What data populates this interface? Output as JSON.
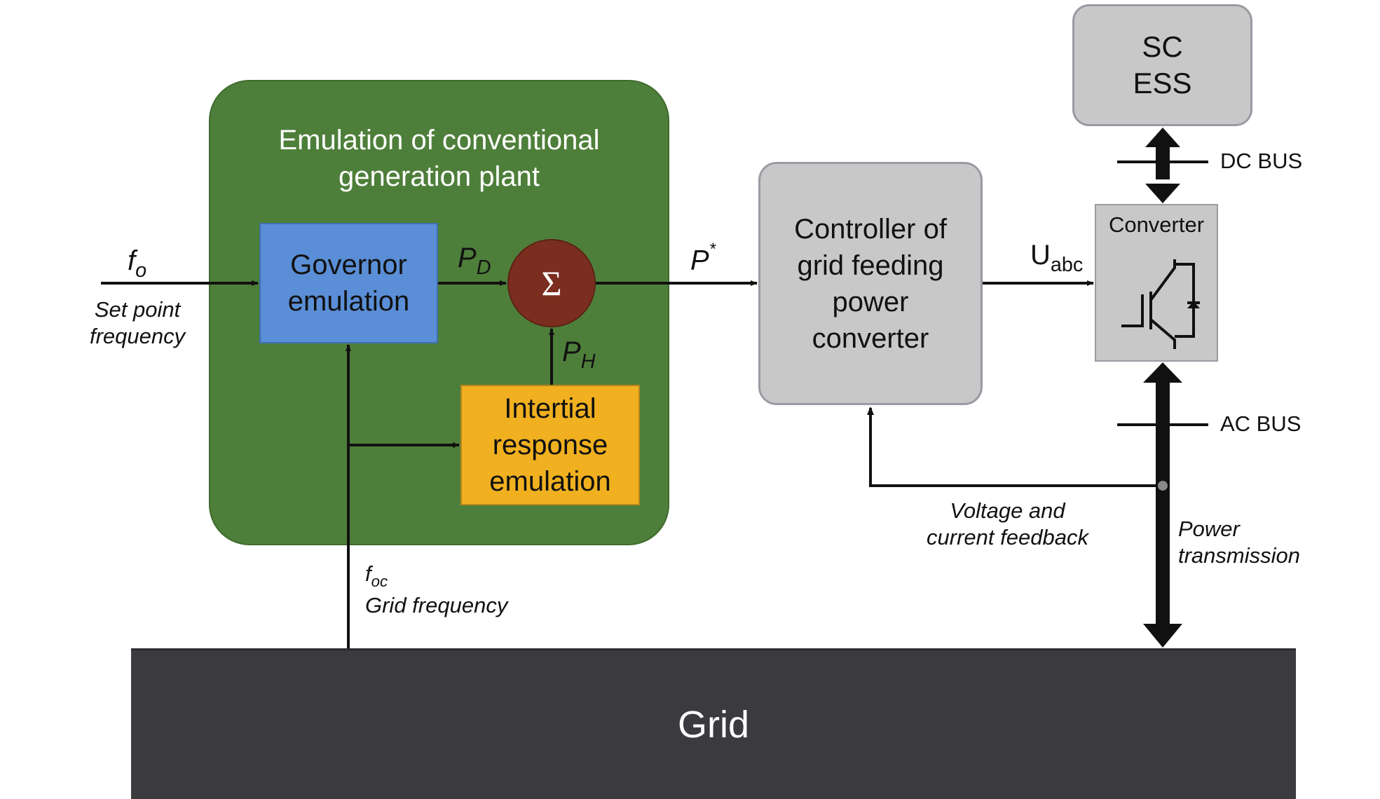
{
  "diagram": {
    "plant_block": {
      "title_line1": "Emulation of conventional",
      "title_line2": "generation plant",
      "color": "#4e7f3a"
    },
    "governor_block": {
      "line1": "Governor",
      "line2": "emulation",
      "color": "#5a8ed6"
    },
    "summation": {
      "symbol": "Σ",
      "color": "#7b2e1f"
    },
    "inertial_block": {
      "line1": "Intertial",
      "line2": "response",
      "line3": "emulation",
      "color": "#f0b020"
    },
    "controller_block": {
      "line1": "Controller of",
      "line2": "grid feeding",
      "line3": "power",
      "line4": "converter",
      "color": "#c8c8c8"
    },
    "storage_block": {
      "line1": "SC",
      "line2": "ESS",
      "color": "#c8c8c8"
    },
    "converter_block": {
      "title": "Converter",
      "icon": "igbt-icon",
      "color": "#c8c8c8"
    },
    "grid_block": {
      "label": "Grid",
      "color": "#3b3b3f"
    },
    "signals": {
      "f_o_main": "f",
      "f_o_sub": "o",
      "set_point_line1": "Set point",
      "set_point_line2": "frequency",
      "p_d_main": "P",
      "p_d_sub": "D",
      "p_h_main": "P",
      "p_h_sub": "H",
      "p_star_main": "P",
      "p_star_sup": "*",
      "u_abc_main": "U",
      "u_abc_sub": "abc",
      "f_oc_main": "f",
      "f_oc_sub": "oc",
      "grid_frequency": "Grid frequency",
      "feedback_line1": "Voltage and",
      "feedback_line2": "current feedback",
      "power_line1": "Power",
      "power_line2": "transmission",
      "dc_bus": "DC BUS",
      "ac_bus": "AC BUS"
    }
  }
}
